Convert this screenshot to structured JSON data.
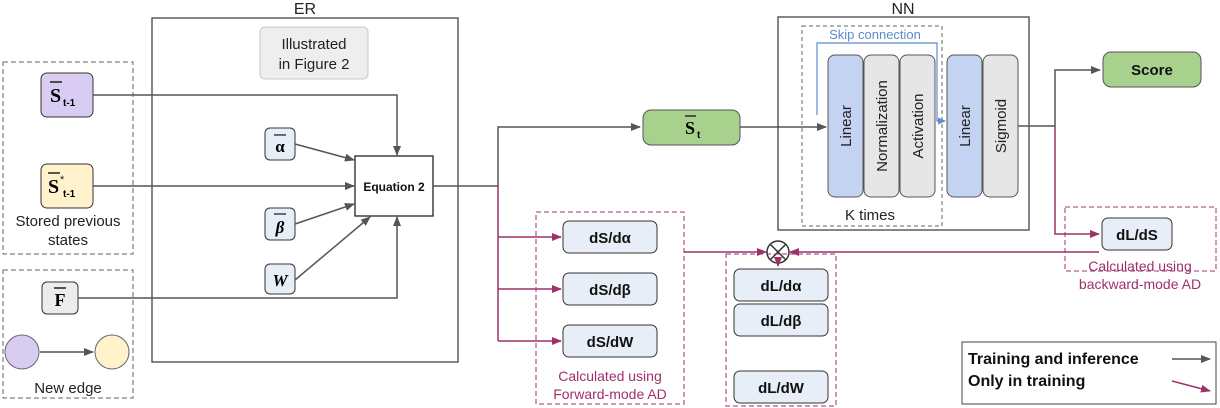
{
  "er": {
    "title": "ER",
    "note_line1": "Illustrated",
    "note_line2": "in Figure 2",
    "equation": "Equation 2",
    "alpha": "α",
    "beta": "β",
    "w": "W"
  },
  "inputs": {
    "prev_state": "S",
    "prev_state_sub": "t-1",
    "prev_state_star": "S",
    "prev_state_star_sub": "t-1",
    "stored_line1": "Stored previous",
    "stored_line2": "states",
    "edge_feature": "F",
    "new_edge": "New edge"
  },
  "state": {
    "label": "S",
    "sub": "t"
  },
  "nn": {
    "title": "NN",
    "skip": "Skip connection",
    "layers": [
      "Linear",
      "Normalization",
      "Activation",
      "Linear",
      "Sigmoid"
    ],
    "repeat": "K times"
  },
  "score": "Score",
  "forward": {
    "items": [
      "dS/dα",
      "dS/dβ",
      "dS/dW"
    ],
    "caption_line1": "Calculated using",
    "caption_line2": "Forward-mode AD"
  },
  "backward": {
    "item": "dL/dS",
    "caption_line1": "Calculated using",
    "caption_line2": "backward-mode AD"
  },
  "product": {
    "items": [
      "dL/dα",
      "dL/dβ",
      "dL/dW"
    ]
  },
  "legend": {
    "training_inference": "Training and inference",
    "training_only": "Only in training"
  },
  "colors": {
    "gray_arrow": "#555555",
    "plum_arrow": "#a0306a",
    "state_green": "#a9d18e",
    "linear_blue": "#c5d3f2",
    "layer_gray": "#e6e6e6",
    "prev_state_purple": "#d9ccf2",
    "prev_state_star_yellow": "#fff2cc",
    "skip_blue": "#5b8bd0"
  }
}
